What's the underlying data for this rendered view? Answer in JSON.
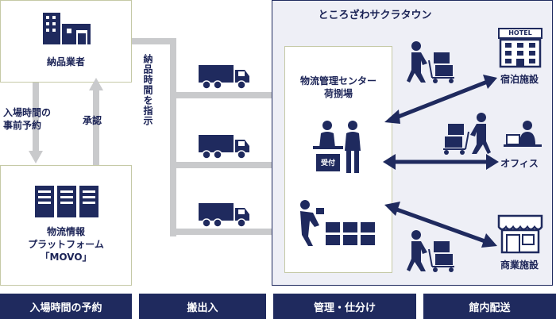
{
  "supplier": {
    "label": "納品業者"
  },
  "platform": {
    "label_line1": "物流情報",
    "label_line2": "プラットフォーム",
    "label_line3": "「MOVO」"
  },
  "arrows": {
    "reservation": "入場時間の\n事前予約",
    "approval": "承認",
    "instruct": "納品時間を指示"
  },
  "town": {
    "title": "ところざわサクラタウン"
  },
  "center": {
    "title_line1": "物流管理センター",
    "title_line2": "荷捌場",
    "desk_label": "受付"
  },
  "destinations": {
    "hotel": "宿泊施設",
    "hotel_sign": "HOTEL",
    "office": "オフィス",
    "commercial": "商業施設"
  },
  "footer": {
    "step1": "入場時間の予約",
    "step2": "搬出入",
    "step3": "管理・仕分け",
    "step4": "館内配送"
  },
  "colors": {
    "navy": "#1f2a5e",
    "gray_arrow": "#c9cacc",
    "panel_bg": "#eeeff6",
    "box_border": "#c5c9a6"
  }
}
